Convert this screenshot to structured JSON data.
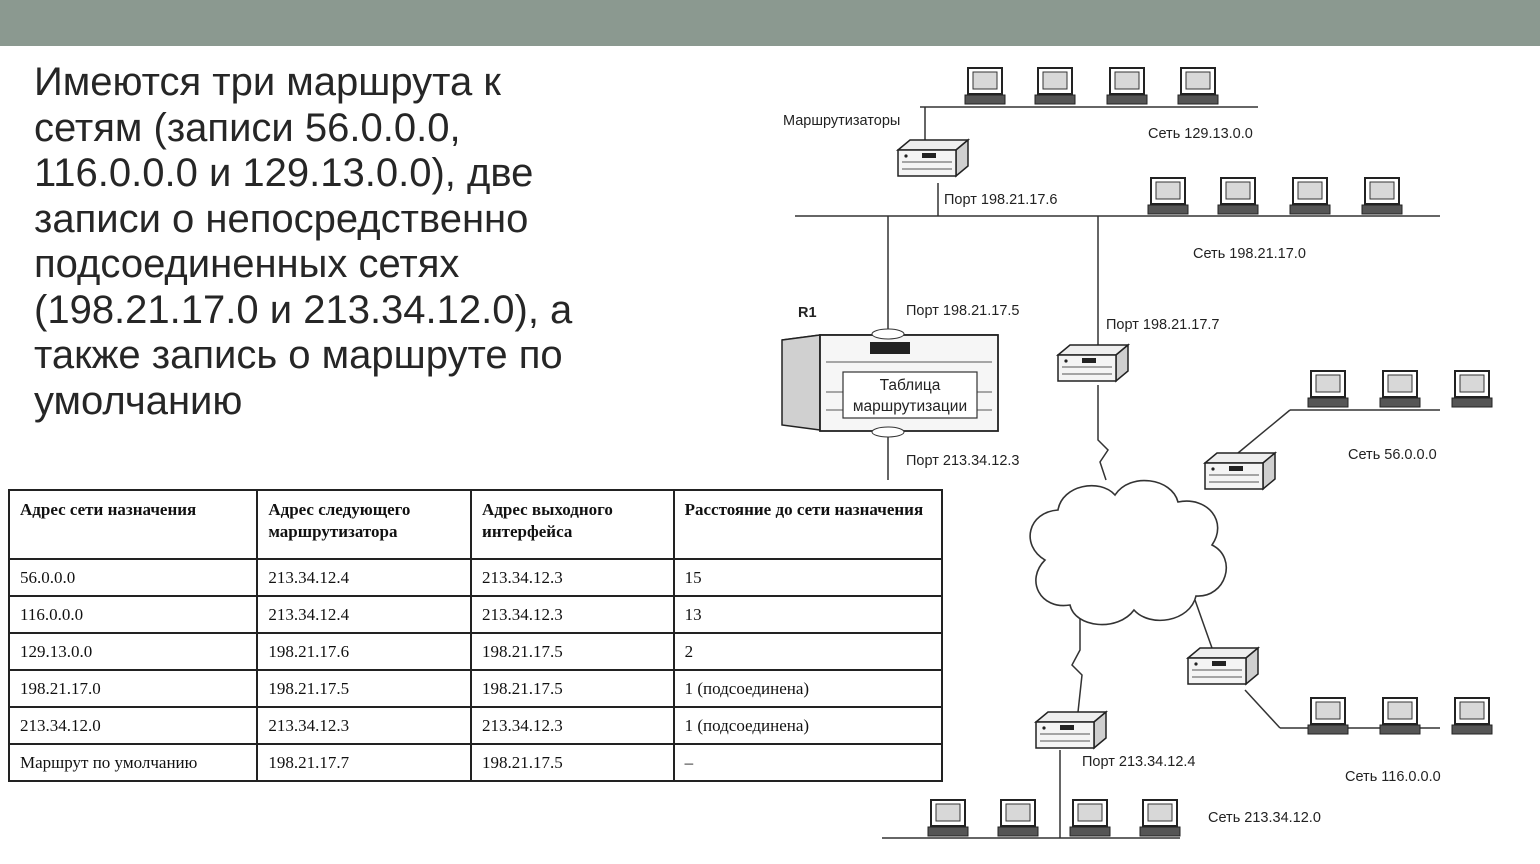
{
  "colors": {
    "topbar": "#8b9990",
    "heading": "#262626"
  },
  "heading": {
    "lines": [
      "Имеются три маршрута к",
      "сетям (записи 56.0.0.0,",
      "116.0.0.0 и 129.13.0.0), две",
      "записи о непосредственно",
      "подсоединенных сетях",
      "(198.21.17.0 и 213.34.12.0), а",
      "также запись о маршруте по",
      "умолчанию"
    ]
  },
  "table": {
    "headers": [
      "Адрес сети назначения",
      "Адрес следующего маршрутизатора",
      "Адрес выходного интерфейса",
      "Расстояние до сети назначения"
    ],
    "rows": [
      [
        "56.0.0.0",
        "213.34.12.4",
        "213.34.12.3",
        "15"
      ],
      [
        "116.0.0.0",
        "213.34.12.4",
        "213.34.12.3",
        "13"
      ],
      [
        "129.13.0.0",
        "198.21.17.6",
        "198.21.17.5",
        "2"
      ],
      [
        "198.21.17.0",
        "198.21.17.5",
        "198.21.17.5",
        "1 (подсоединена)"
      ],
      [
        "213.34.12.0",
        "213.34.12.3",
        "213.34.12.3",
        "1 (подсоединена)"
      ],
      [
        "Маршрут по умолчанию",
        "198.21.17.7",
        "198.21.17.5",
        "–"
      ]
    ]
  },
  "diagram": {
    "routers_label": "Маршрутизаторы",
    "net_129": "Сеть 129.13.0.0",
    "port_198_6": "Порт 198.21.17.6",
    "net_198": "Сеть 198.21.17.0",
    "r1": "R1",
    "port_198_5": "Порт 198.21.17.5",
    "port_198_7": "Порт 198.21.17.7",
    "table_label_1": "Таблица",
    "table_label_2": "маршрутизации",
    "port_213_3": "Порт 213.34.12.3",
    "net_56": "Сеть 56.0.0.0",
    "net_116": "Сеть 116.0.0.0",
    "port_213_4": "Порт 213.34.12.4",
    "net_213": "Сеть 213.34.12.0"
  }
}
